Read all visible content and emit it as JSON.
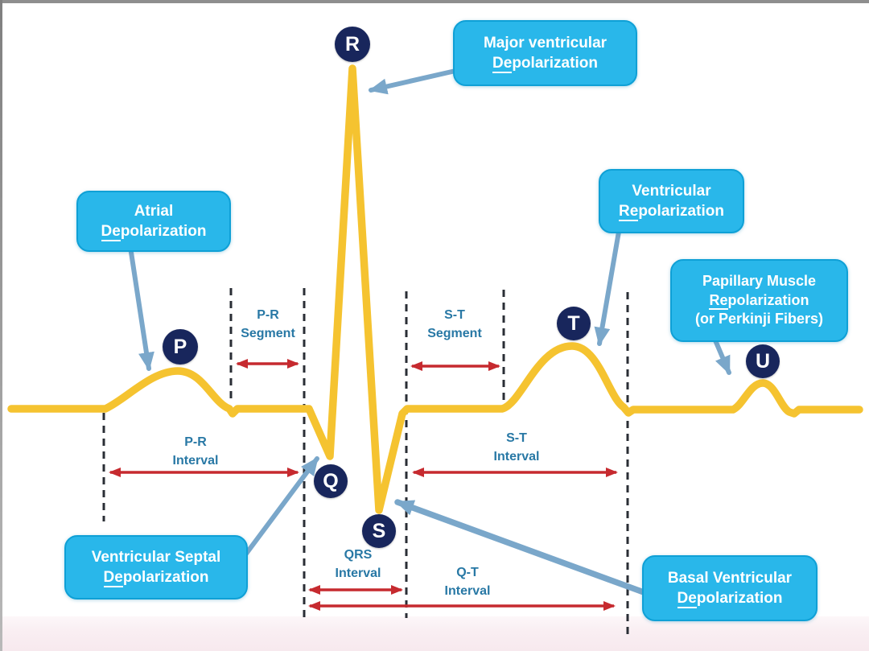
{
  "diagram_title": "ECG waveform with labeled waves, segments and intervals",
  "colors": {
    "trace_yellow": "#F5C330",
    "callout_fill": "#29B7EA",
    "callout_border": "#0FA0D6",
    "badge_navy": "#18265C",
    "connector_steel": "#7AA7CA",
    "measure_red": "#C62A2F",
    "label_teal": "#2878A5",
    "dashed_dark": "#2A2E35",
    "band_pink": "#F7E9EE",
    "edge_grey": "#8E8E8E"
  },
  "wave_badges": {
    "p": "P",
    "q": "Q",
    "r": "R",
    "s": "S",
    "t": "T",
    "u": "U"
  },
  "callouts": {
    "major_ventricular": {
      "line1": "Major ventricular",
      "line2_prefix": "De",
      "line2_rest": "polarization"
    },
    "atrial": {
      "line1": "Atrial",
      "line2_prefix": "De",
      "line2_rest": "polarization"
    },
    "ventricular_repolarization": {
      "line1": "Ventricular",
      "line2_prefix": "Re",
      "line2_rest": "polarization"
    },
    "papillary": {
      "line1": "Papillary Muscle",
      "line2_prefix": "Re",
      "line2_rest": "polarization",
      "line3": "(or Perkinji Fibers)"
    },
    "ventricular_septal": {
      "line1": "Ventricular Septal",
      "line2_prefix": "De",
      "line2_rest": "polarization"
    },
    "basal_ventricular": {
      "line1": "Basal Ventricular",
      "line2_prefix": "De",
      "line2_rest": "polarization"
    }
  },
  "measures": {
    "pr_segment": {
      "line1": "P-R",
      "line2": "Segment"
    },
    "st_segment": {
      "line1": "S-T",
      "line2": "Segment"
    },
    "pr_interval": {
      "line1": "P-R",
      "line2": "Interval"
    },
    "st_interval": {
      "line1": "S-T",
      "line2": "Interval"
    },
    "qrs_interval": {
      "line1": "QRS",
      "line2": "Interval"
    },
    "qt_interval": {
      "line1": "Q-T",
      "line2": "Interval"
    }
  }
}
